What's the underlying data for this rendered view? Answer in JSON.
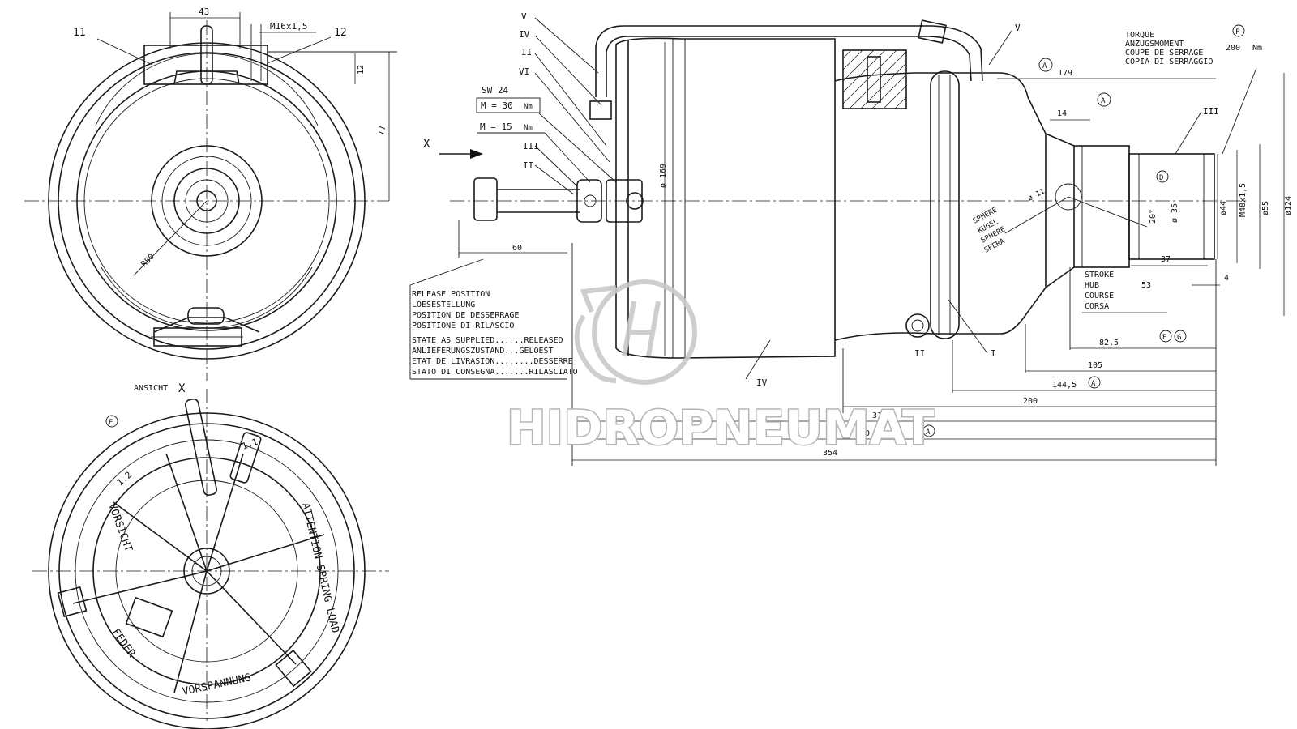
{
  "dims": {
    "d43": "43",
    "m16": "M16x1,5",
    "d12": "12",
    "d77": "77",
    "r80": "R80",
    "sw24": "SW 24",
    "m30": "M = 30",
    "m15": "M = 15",
    "nm": "Nm",
    "d60": "60",
    "d169": "ø 169",
    "d179": "179",
    "d14": "14",
    "d11": "ø 11",
    "d20": "20°",
    "d35": "ø 35",
    "d44": "ø44",
    "m48": "M48x1,5",
    "d55": "ø55",
    "d124": "ø124",
    "d37": "37",
    "d4": "4",
    "d53": "53",
    "d82": "82,5",
    "d105": "105",
    "d144": "144,5",
    "d200": "200",
    "d319": "319",
    "d330": "330",
    "d354": "354",
    "t200": "200",
    "tnm": "Nm"
  },
  "labels": {
    "ansicht": "ANSICHT",
    "x": "X",
    "n11": "11",
    "n12": "12",
    "r5": "V",
    "r4": "IV",
    "r2": "II",
    "r6": "VI",
    "r3": "III",
    "r1": "I",
    "a": "A",
    "d": "D",
    "e": "E",
    "f": "F",
    "g": "G"
  },
  "torque": {
    "l1": "TORQUE",
    "l2": "ANZUGSMOMENT",
    "l3": "COUPE DE SERRAGE",
    "l4": "COPIA DI SERRAGGIO"
  },
  "stroke": {
    "l1": "STROKE",
    "l2": "HUB",
    "l3": "COURSE",
    "l4": "CORSA"
  },
  "sphere": {
    "l1": "SPHERE",
    "l2": "KUGEL",
    "l3": "SPHERE",
    "l4": "SFERA"
  },
  "release": {
    "l1": "RELEASE POSITION",
    "l2": "LOESESTELLUNG",
    "l3": "POSITION DE DESSERRAGE",
    "l4": "POSITIONE DI RILASCIO",
    "l5": "STATE  AS SUPPLIED......RELEASED",
    "l6": "ANLIEFERUNGSZUSTAND...GELOEST",
    "l7": "ETAT DE LIVRASION........DESSERRE",
    "l8": "STATO  DI CONSEGNA.......RILASCIATO"
  },
  "cover": {
    "vorsicht": "VORSICHT",
    "attention": "ATTENTION SPRING LOAD",
    "feder": "FEDER",
    "vorspannung": "VORSPANNUNG",
    "n11": "1.1",
    "n12": "1.2"
  },
  "watermark": {
    "text": "HIDROPNEUMAT"
  }
}
